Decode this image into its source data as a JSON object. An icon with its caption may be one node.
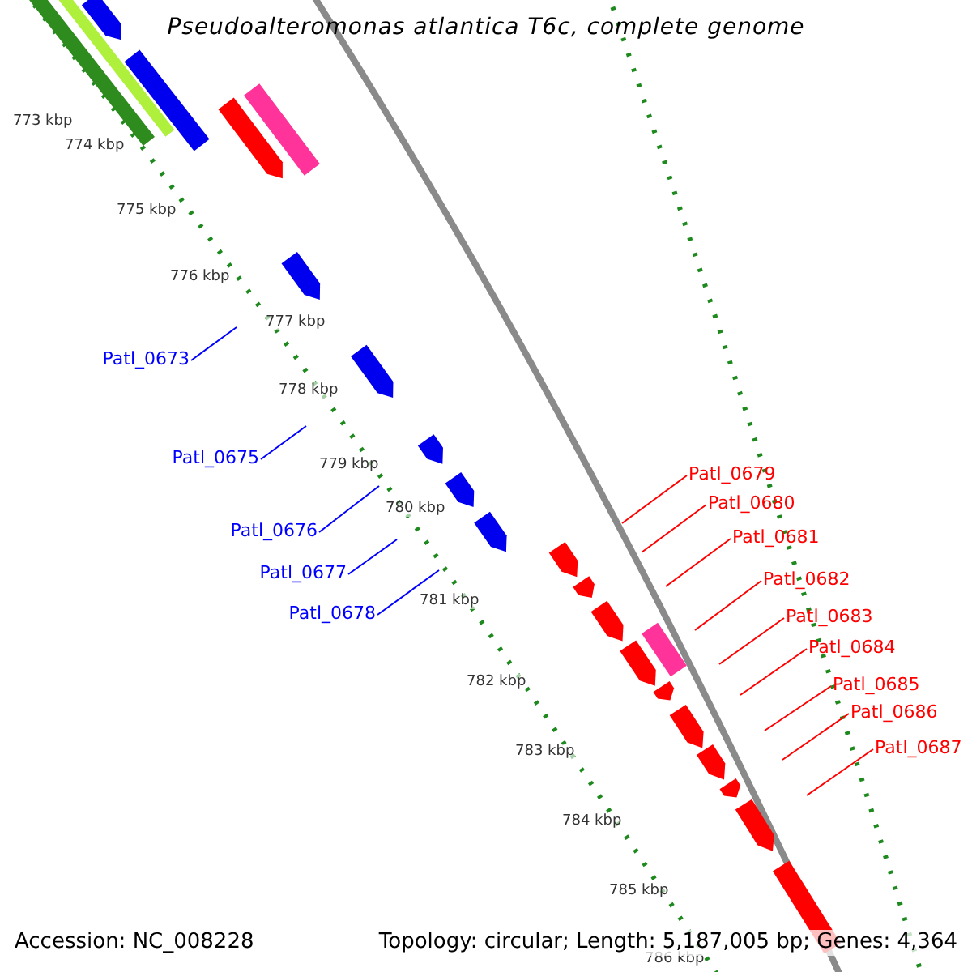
{
  "diagram": {
    "title": "Pseudoalteromonas atlantica T6c, complete genome",
    "nodes": [
      {
        "text": [
          "Patl_0673"
        ]
      },
      {
        "text": [
          "Patl_0675"
        ]
      },
      {
        "text": [
          "Patl_0676"
        ]
      },
      {
        "text": [
          "Patl_0677"
        ]
      },
      {
        "text": [
          "Patl_0678"
        ]
      },
      {
        "text": [
          "Patl_0679"
        ]
      },
      {
        "text": [
          "Patl_0680"
        ]
      },
      {
        "text": [
          "Patl_0681"
        ]
      },
      {
        "text": [
          "Patl_0682"
        ]
      },
      {
        "text": [
          "Patl_0683"
        ]
      },
      {
        "text": [
          "Patl_0684"
        ]
      },
      {
        "text": [
          "Patl_0685"
        ]
      },
      {
        "text": [
          "Patl_0686"
        ]
      },
      {
        "text": [
          "Patl_0687"
        ]
      }
    ],
    "edges": [
      {
        "from": 0,
        "to": null,
        "arrow": "none",
        "color": "#0000ff"
      },
      {
        "from": 1,
        "to": null,
        "arrow": "none",
        "color": "#0000ff"
      },
      {
        "from": 2,
        "to": null,
        "arrow": "none",
        "color": "#0000ff"
      },
      {
        "from": 3,
        "to": null,
        "arrow": "none",
        "color": "#0000ff"
      },
      {
        "from": 4,
        "to": null,
        "arrow": "none",
        "color": "#0000ff"
      },
      {
        "from": 5,
        "to": null,
        "arrow": "none",
        "color": "#ff0000"
      },
      {
        "from": 6,
        "to": null,
        "arrow": "none",
        "color": "#ff0000"
      },
      {
        "from": 7,
        "to": null,
        "arrow": "none",
        "color": "#ff0000"
      },
      {
        "from": 8,
        "to": null,
        "arrow": "none",
        "color": "#ff0000"
      },
      {
        "from": 9,
        "to": null,
        "arrow": "none",
        "color": "#ff0000"
      },
      {
        "from": 10,
        "to": null,
        "arrow": "none",
        "color": "#ff0000"
      },
      {
        "from": 11,
        "to": null,
        "arrow": "none",
        "color": "#ff0000"
      },
      {
        "from": 12,
        "to": null,
        "arrow": "none",
        "color": "#ff0000"
      },
      {
        "from": 13,
        "to": null,
        "arrow": "none",
        "color": "#ff0000"
      }
    ],
    "labels": [
      "773 kbp",
      "774 kbp",
      "775 kbp",
      "776 kbp",
      "777 kbp",
      "778 kbp",
      "779 kbp",
      "780 kbp",
      "781 kbp",
      "782 kbp",
      "783 kbp",
      "784 kbp",
      "785 kbp",
      "786 kbp",
      "Accession: NC_008228",
      "Topology: circular; Length: 5,187,005 bp; Genes: 4,364"
    ]
  }
}
